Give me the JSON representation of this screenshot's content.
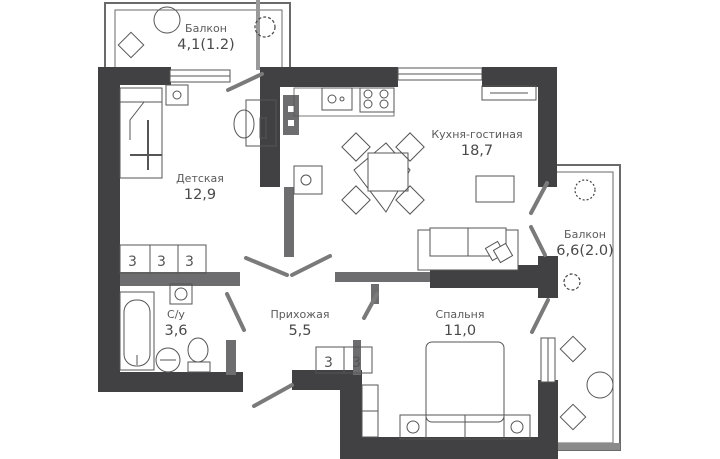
{
  "plan": {
    "colors": {
      "wall": "#414143",
      "partition": "#6d6d70",
      "line": "#555555",
      "background": "#ffffff"
    },
    "rooms": [
      {
        "id": "balcony-top",
        "name": "Балкон",
        "area": "4,1(1.2)"
      },
      {
        "id": "kids-room",
        "name": "Детская",
        "area": "12,9"
      },
      {
        "id": "kitchen-living",
        "name": "Кухня-гостиная",
        "area": "18,7"
      },
      {
        "id": "balcony-right",
        "name": "Балкон",
        "area": "6,6(2.0)"
      },
      {
        "id": "bathroom",
        "name": "С/у",
        "area": "3,6"
      },
      {
        "id": "hallway",
        "name": "Прихожая",
        "area": "5,5"
      },
      {
        "id": "bedroom",
        "name": "Спальня",
        "area": "11,0"
      }
    ]
  }
}
